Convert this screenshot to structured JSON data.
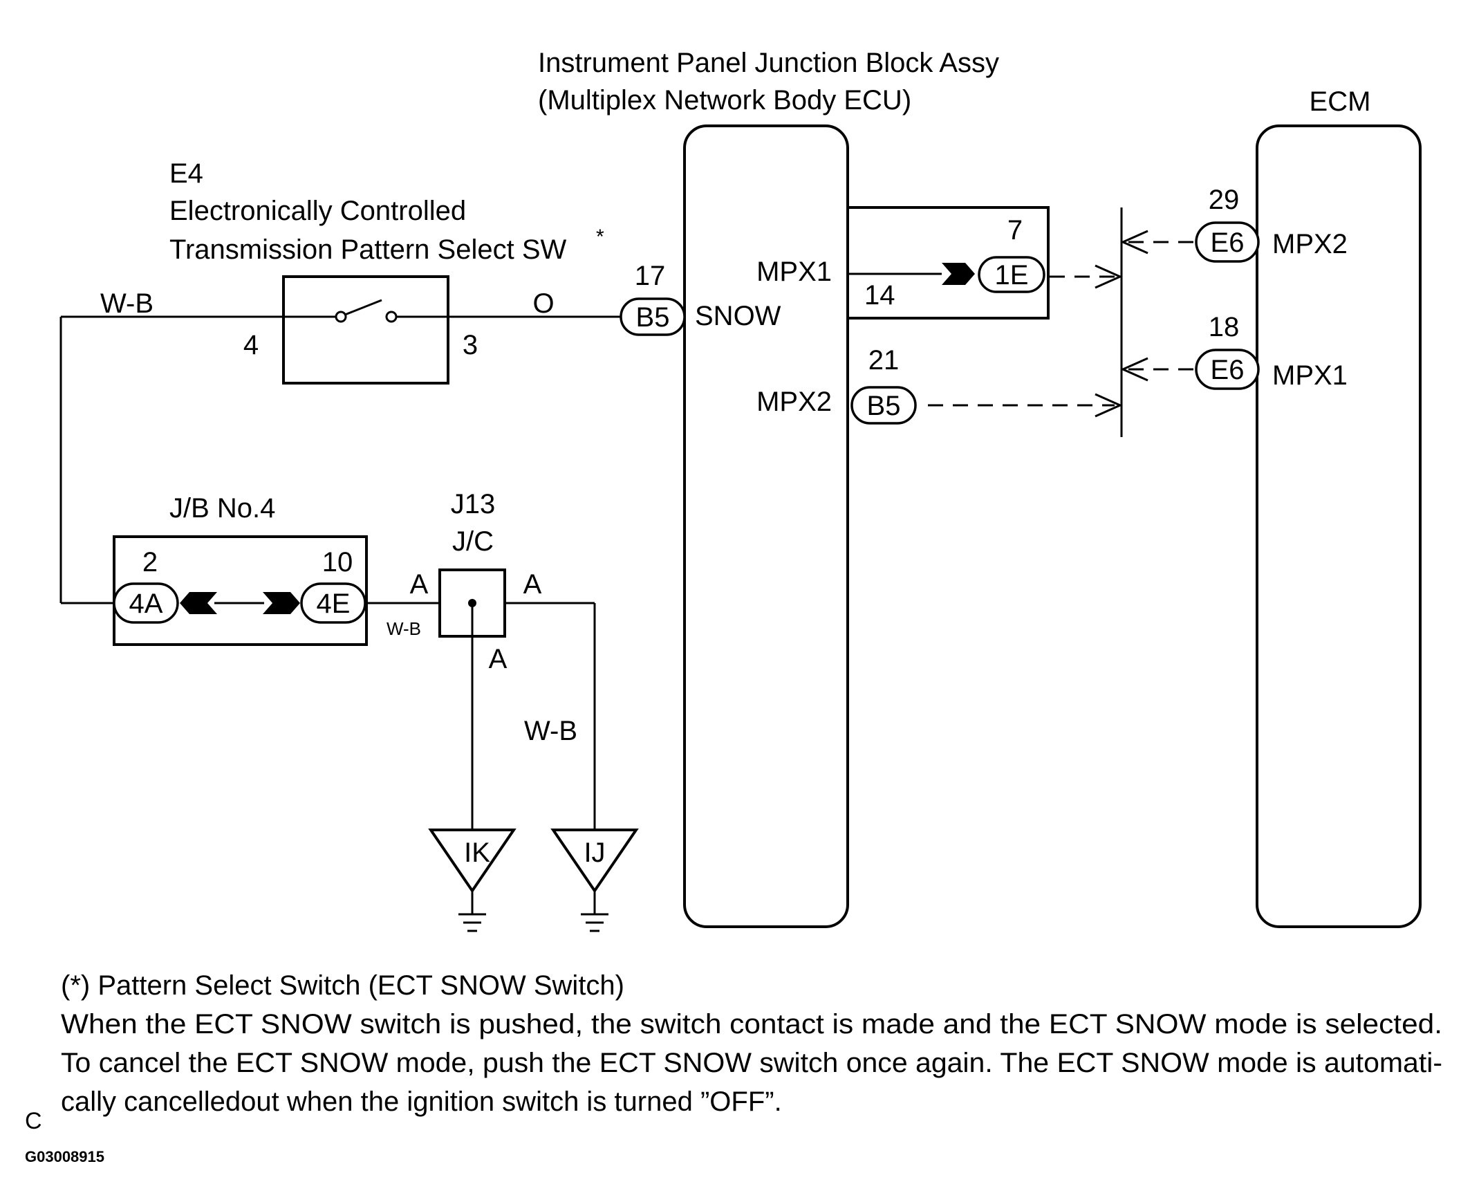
{
  "components": {
    "jb_assy": {
      "title_line1": "Instrument Panel Junction Block Assy",
      "title_line2": "(Multiplex Network Body ECU)",
      "pin_mpx1": "MPX1",
      "pin_snow": "SNOW",
      "pin_mpx2": "MPX2"
    },
    "ecm": {
      "title": "ECM",
      "pin_mpx2": "MPX2",
      "pin_mpx1": "MPX1"
    },
    "switch": {
      "code": "E4",
      "name_line1": "Electronically Controlled",
      "name_line2": "Transmission Pattern Select SW",
      "asterisk": "*",
      "pin_left": "4",
      "pin_right": "3"
    },
    "jb_no4": {
      "title": "J/B No.4",
      "pin_left": "2",
      "pin_right": "10"
    },
    "jc": {
      "code": "J13",
      "name": "J/C"
    }
  },
  "connectors": {
    "b5_snow": {
      "code": "B5",
      "pin": "17"
    },
    "b5_mpx2": {
      "code": "B5",
      "pin": "21"
    },
    "ie_mpx1": {
      "code": "1E",
      "pin": "7",
      "sub_pin": "14"
    },
    "e6_mpx2": {
      "code": "E6",
      "pin": "29"
    },
    "e6_mpx1": {
      "code": "E6",
      "pin": "18"
    },
    "c_4a": {
      "code": "4A"
    },
    "c_4e": {
      "code": "4E"
    }
  },
  "wires": {
    "wb_top": "W-B",
    "o": "O",
    "wb_small": "W-B",
    "wb_right": "W-B",
    "a_left": "A",
    "a_right": "A",
    "a_bottom": "A"
  },
  "grounds": {
    "ik": "IK",
    "ij": "IJ"
  },
  "notes": {
    "line1": "(*) Pattern Select Switch (ECT SNOW Switch)",
    "line2": "When the ECT SNOW switch is pushed, the switch contact is made and the ECT SNOW mode is selected.",
    "line3": "To cancel the ECT SNOW mode, push the ECT SNOW switch once again. The ECT SNOW mode is automati-",
    "line4": "cally cancelledout when the ignition switch is turned ”OFF”."
  },
  "footer": {
    "corner_letter": "C",
    "figure_code": "G03008915"
  }
}
